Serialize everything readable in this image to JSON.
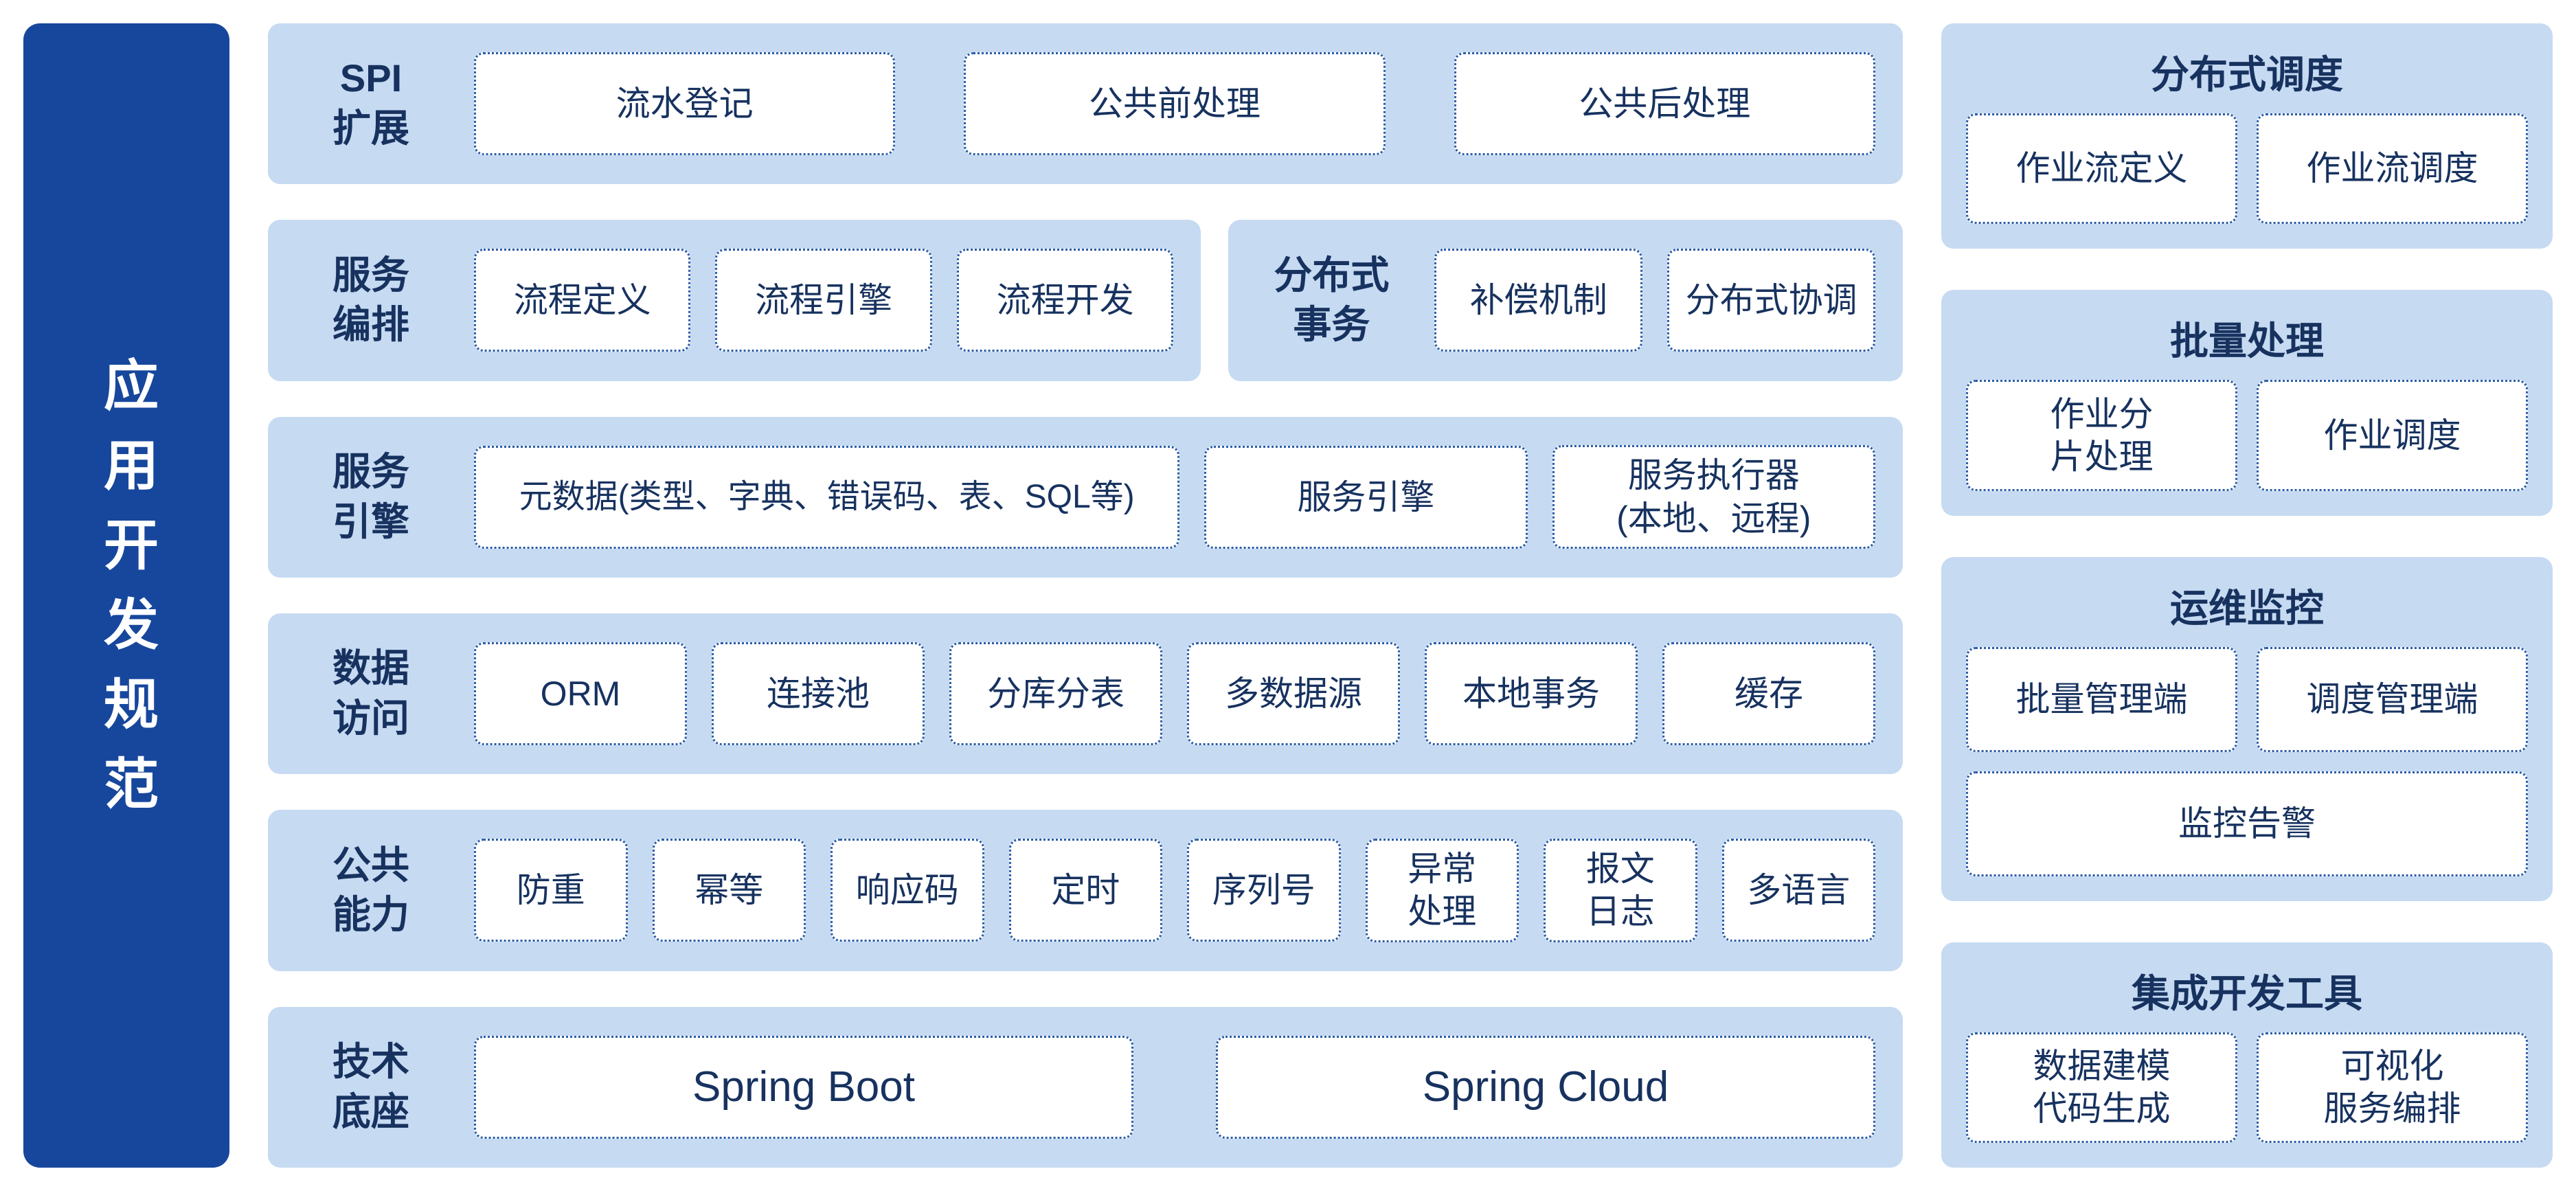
{
  "sidebar": {
    "title": "应用开发规范"
  },
  "middle": {
    "bands": [
      {
        "groups": [
          {
            "label": "SPI\n扩展",
            "items": [
              "流水登记",
              "公共前处理",
              "公共后处理"
            ]
          }
        ]
      },
      {
        "groups": [
          {
            "label": "服务\n编排",
            "items": [
              "流程定义",
              "流程引擎",
              "流程开发"
            ]
          },
          {
            "label": "分布式\n事务",
            "items": [
              "补偿机制",
              "分布式协调"
            ]
          }
        ]
      },
      {
        "groups": [
          {
            "label": "服务\n引擎",
            "items": [
              "元数据(类型、字典、错误码、表、SQL等)",
              "服务引擎",
              "服务执行器\n(本地、远程)"
            ]
          }
        ]
      },
      {
        "groups": [
          {
            "label": "数据\n访问",
            "items": [
              "ORM",
              "连接池",
              "分库分表",
              "多数据源",
              "本地事务",
              "缓存"
            ]
          }
        ]
      },
      {
        "groups": [
          {
            "label": "公共\n能力",
            "items": [
              "防重",
              "幂等",
              "响应码",
              "定时",
              "序列号",
              "异常\n处理",
              "报文\n日志",
              "多语言"
            ]
          }
        ]
      },
      {
        "groups": [
          {
            "label": "技术\n底座",
            "items": [
              "Spring Boot",
              "Spring Cloud"
            ]
          }
        ]
      }
    ]
  },
  "right": {
    "panels": [
      {
        "title": "分布式调度",
        "rows": [
          [
            "作业流定义",
            "作业流调度"
          ]
        ]
      },
      {
        "title": "批量处理",
        "rows": [
          [
            "作业分\n片处理",
            "作业调度"
          ]
        ]
      },
      {
        "title": "运维监控",
        "rows": [
          [
            "批量管理端",
            "调度管理端"
          ],
          [
            "监控告警"
          ]
        ]
      },
      {
        "title": "集成开发工具",
        "rows": [
          [
            "数据建模\n代码生成",
            "可视化\n服务编排"
          ]
        ]
      }
    ]
  },
  "colors": {
    "sidebar_bg": "#17479D",
    "band_bg": "#C6DAF2",
    "box_border": "#2B5CA6",
    "box_bg": "#FFFFFF",
    "text": "#17325F"
  }
}
